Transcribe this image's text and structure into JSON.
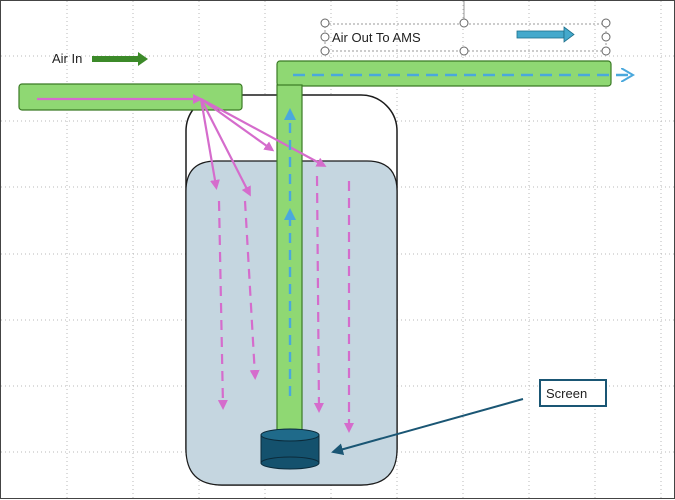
{
  "labels": {
    "air_in": "Air In",
    "air_out": "Air Out To AMS",
    "screen": "Screen"
  },
  "colors": {
    "pipe_fill": "#8fd873",
    "pipe_stroke": "#3a7a24",
    "water_fill": "#c5d6e0",
    "vessel_stroke": "#1b1b1b",
    "air_in_arrow": "#3c8a29",
    "air_out_arrow": "#44a9cc",
    "flow_pink": "#d56ccc",
    "flow_blue": "#4aa8dc",
    "screen_fill": "#14516d",
    "screen_callout": "#1a5674",
    "grid": "#b8b8b8"
  }
}
